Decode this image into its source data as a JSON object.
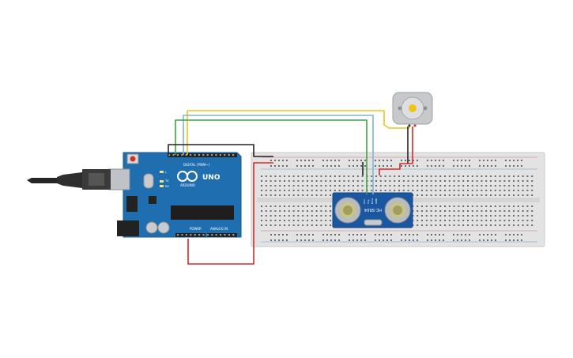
{
  "arduino": {
    "brand": "UNO",
    "logo_text": "ARDUINO",
    "header_digital": "DIGITAL (PWM~)",
    "header_power": "POWER",
    "header_analog": "ANALOG IN",
    "label_tx": "TX",
    "label_rx": "RX",
    "label_l": "L"
  },
  "sensor": {
    "label": "HC-SR04",
    "pins": [
      "VCC",
      "Trig",
      "Echo",
      "GND"
    ]
  },
  "colors": {
    "wire_yellow": "#f2c21b",
    "wire_blue": "#7fb6d8",
    "wire_green": "#3ea33e",
    "wire_black": "#222222",
    "wire_red": "#d42a2a",
    "arduino_blue": "#1f6fb0",
    "breadboard": "#e3e3e3",
    "sensor_blue": "#1b57a0"
  },
  "icons": {
    "usb": "usb-cable-icon",
    "motor": "dc-motor-icon",
    "reset": "reset-button-icon"
  }
}
